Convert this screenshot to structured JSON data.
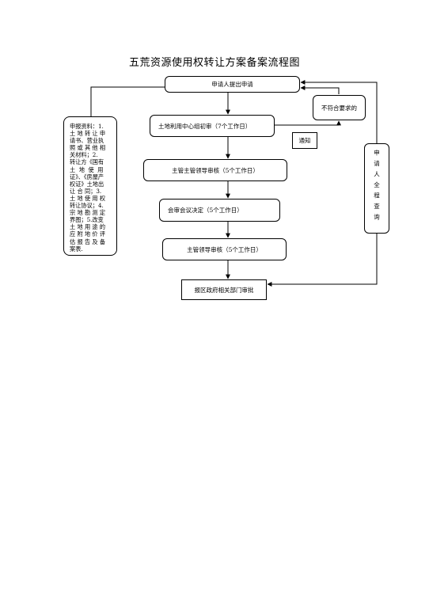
{
  "title": "五荒资源使用权转让方案备案流程图",
  "steps": {
    "apply": "申请人提出申请",
    "land_center": "土地利用中心组初审（7个工作日）",
    "leader_review_1": "主管主管领导审核（5个工作日）",
    "joint_meeting": "会审会议决定（5个工作日）",
    "leader_review_2": "主管领导审核（5个工作日）",
    "gov_approval": "报区政府相关部门审批"
  },
  "reject": "不符合要求的",
  "notify": "通知",
  "materials": {
    "lines": [
      "申报资料：1.",
      "土 地 转 让 申",
      "请书、营业执",
      "照 或 其 他 相",
      "关材料；2.",
      "转让方《国有",
      "土  地  使  用",
      "证》、《房屋产",
      "权证》土地出",
      "让 合 同；3.",
      "土 地 使 用 权",
      "转让协议；4.",
      "宗 地 勘 测 定",
      "界图；5.改变",
      "土 地 用 途 的",
      "应 附 地 价 评",
      "估 报 告 及 备",
      "案表."
    ]
  },
  "query": "申请人全程查询"
}
